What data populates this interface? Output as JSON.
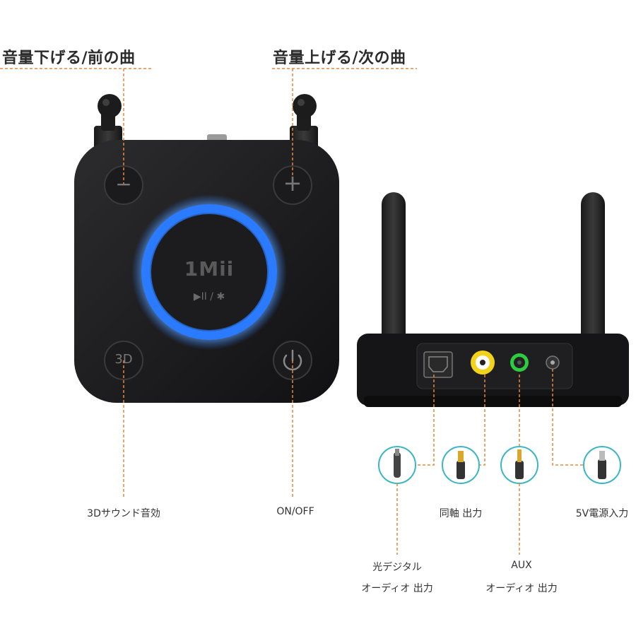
{
  "labels": {
    "volume_down": "音量下げる/前の曲",
    "volume_up": "音量上げる/次の曲",
    "sound_3d": "3Dサウンド音効",
    "on_off": "ON/OFF",
    "coaxial_out": "同軸 出力",
    "power_in": "5V電源入力",
    "optical_line1": "光デジタル",
    "optical_line2": "オーディオ 出力",
    "aux_line1": "AUX",
    "aux_line2": "オーディオ 出力"
  },
  "device": {
    "brand": "1Mii",
    "play_pause_glyph": "▶II / ✱",
    "button_3d": "3D",
    "button_minus": "−",
    "button_plus": "+",
    "ring_color": "#2a7bff"
  },
  "colors": {
    "leader_line": "#e8873a",
    "connector_circle": "#3ab6c4"
  }
}
